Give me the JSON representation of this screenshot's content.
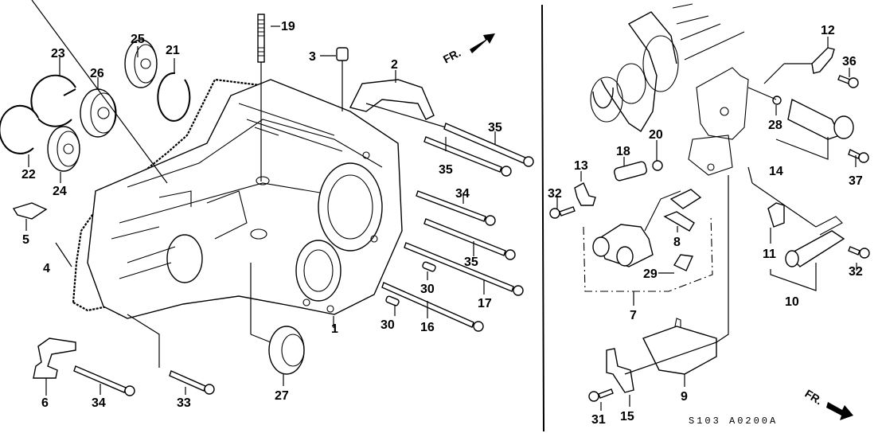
{
  "diagram": {
    "type": "exploded-parts-diagram",
    "drawing_code": "S103 A0200A",
    "direction_label": "FR.",
    "left_panel": {
      "callouts": [
        {
          "id": "c1",
          "label": "1"
        },
        {
          "id": "c2",
          "label": "2"
        },
        {
          "id": "c3",
          "label": "3"
        },
        {
          "id": "c4",
          "label": "4"
        },
        {
          "id": "c5",
          "label": "5"
        },
        {
          "id": "c6",
          "label": "6"
        },
        {
          "id": "c16",
          "label": "16"
        },
        {
          "id": "c17",
          "label": "17"
        },
        {
          "id": "c19",
          "label": "19"
        },
        {
          "id": "c21",
          "label": "21"
        },
        {
          "id": "c22",
          "label": "22"
        },
        {
          "id": "c23",
          "label": "23"
        },
        {
          "id": "c24",
          "label": "24"
        },
        {
          "id": "c25",
          "label": "25"
        },
        {
          "id": "c26",
          "label": "26"
        },
        {
          "id": "c27",
          "label": "27"
        },
        {
          "id": "c30a",
          "label": "30"
        },
        {
          "id": "c30b",
          "label": "30"
        },
        {
          "id": "c33",
          "label": "33"
        },
        {
          "id": "c34a",
          "label": "34"
        },
        {
          "id": "c34b",
          "label": "34"
        },
        {
          "id": "c35a",
          "label": "35"
        },
        {
          "id": "c35b",
          "label": "35"
        },
        {
          "id": "c35c",
          "label": "35"
        }
      ]
    },
    "right_panel": {
      "callouts": [
        {
          "id": "c7",
          "label": "7"
        },
        {
          "id": "c8",
          "label": "8"
        },
        {
          "id": "c9",
          "label": "9"
        },
        {
          "id": "c10",
          "label": "10"
        },
        {
          "id": "c11",
          "label": "11"
        },
        {
          "id": "c12",
          "label": "12"
        },
        {
          "id": "c13",
          "label": "13"
        },
        {
          "id": "c14",
          "label": "14"
        },
        {
          "id": "c15",
          "label": "15"
        },
        {
          "id": "c18",
          "label": "18"
        },
        {
          "id": "c20",
          "label": "20"
        },
        {
          "id": "c28",
          "label": "28"
        },
        {
          "id": "c29",
          "label": "29"
        },
        {
          "id": "c31",
          "label": "31"
        },
        {
          "id": "c32a",
          "label": "32"
        },
        {
          "id": "c32b",
          "label": "32"
        },
        {
          "id": "c36",
          "label": "36"
        },
        {
          "id": "c37",
          "label": "37"
        }
      ]
    }
  }
}
